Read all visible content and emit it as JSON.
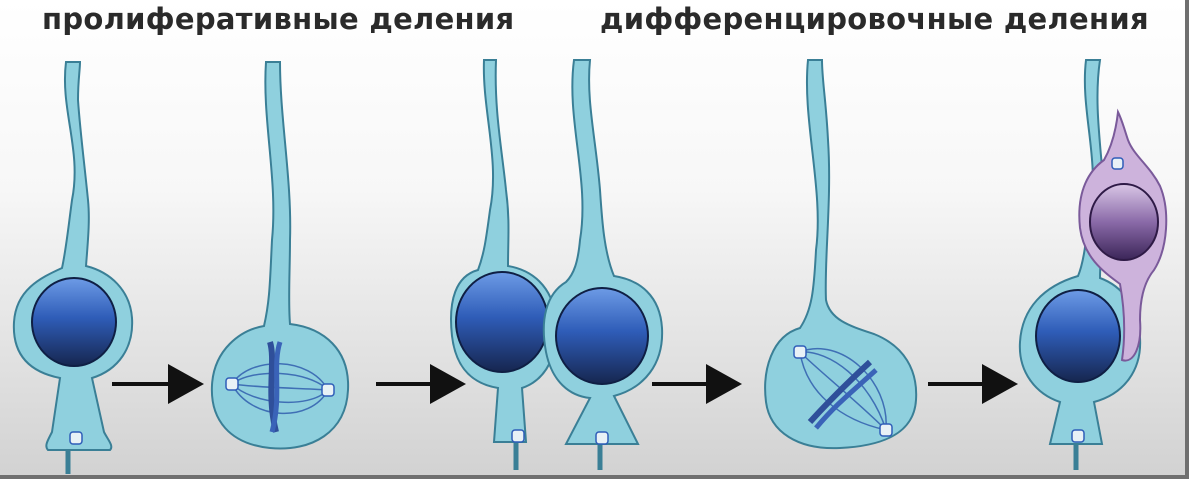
{
  "headings": {
    "proliferative": "пролиферативные деления",
    "differentiation": "дифференцировочные деления"
  },
  "colors": {
    "cell_fill": "#8fd0de",
    "cell_outline": "#3a7f96",
    "nucleus_top": "#5a8fe0",
    "nucleus_bottom": "#1a2f5e",
    "neuron_fill": "#cdb3dc",
    "neuron_nucleus": "#5a3a78",
    "arrow": "#111111"
  },
  "stages": [
    {
      "kind": "interphase-cell",
      "icon": "radial-glia-cell-icon"
    },
    {
      "kind": "mitosis",
      "icon": "mitotic-spindle-icon"
    },
    {
      "kind": "two-daughter-cells",
      "icon": "daughter-cells-icon"
    },
    {
      "kind": "mitosis-tilted",
      "icon": "tilted-spindle-icon"
    },
    {
      "kind": "glia-and-neuron",
      "icon": "neuron-migration-icon"
    }
  ],
  "arrows": 4
}
